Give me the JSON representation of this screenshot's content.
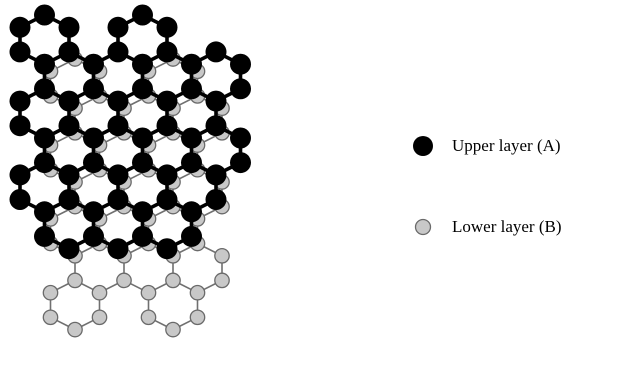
{
  "diagram": {
    "type": "bilayer-hexagonal-lattice",
    "stacking": "AB",
    "colors": {
      "upper_atom": "#000000",
      "upper_bond": "#000000",
      "lower_atom_fill": "#c8c8c8",
      "lower_atom_stroke": "#6a6a6a",
      "lower_bond": "#707070"
    }
  },
  "legend": {
    "upper": {
      "label": "Upper layer (A)",
      "marker": "black-filled-circle"
    },
    "lower": {
      "label": "Lower layer (B)",
      "marker": "gray-filled-circle"
    }
  }
}
